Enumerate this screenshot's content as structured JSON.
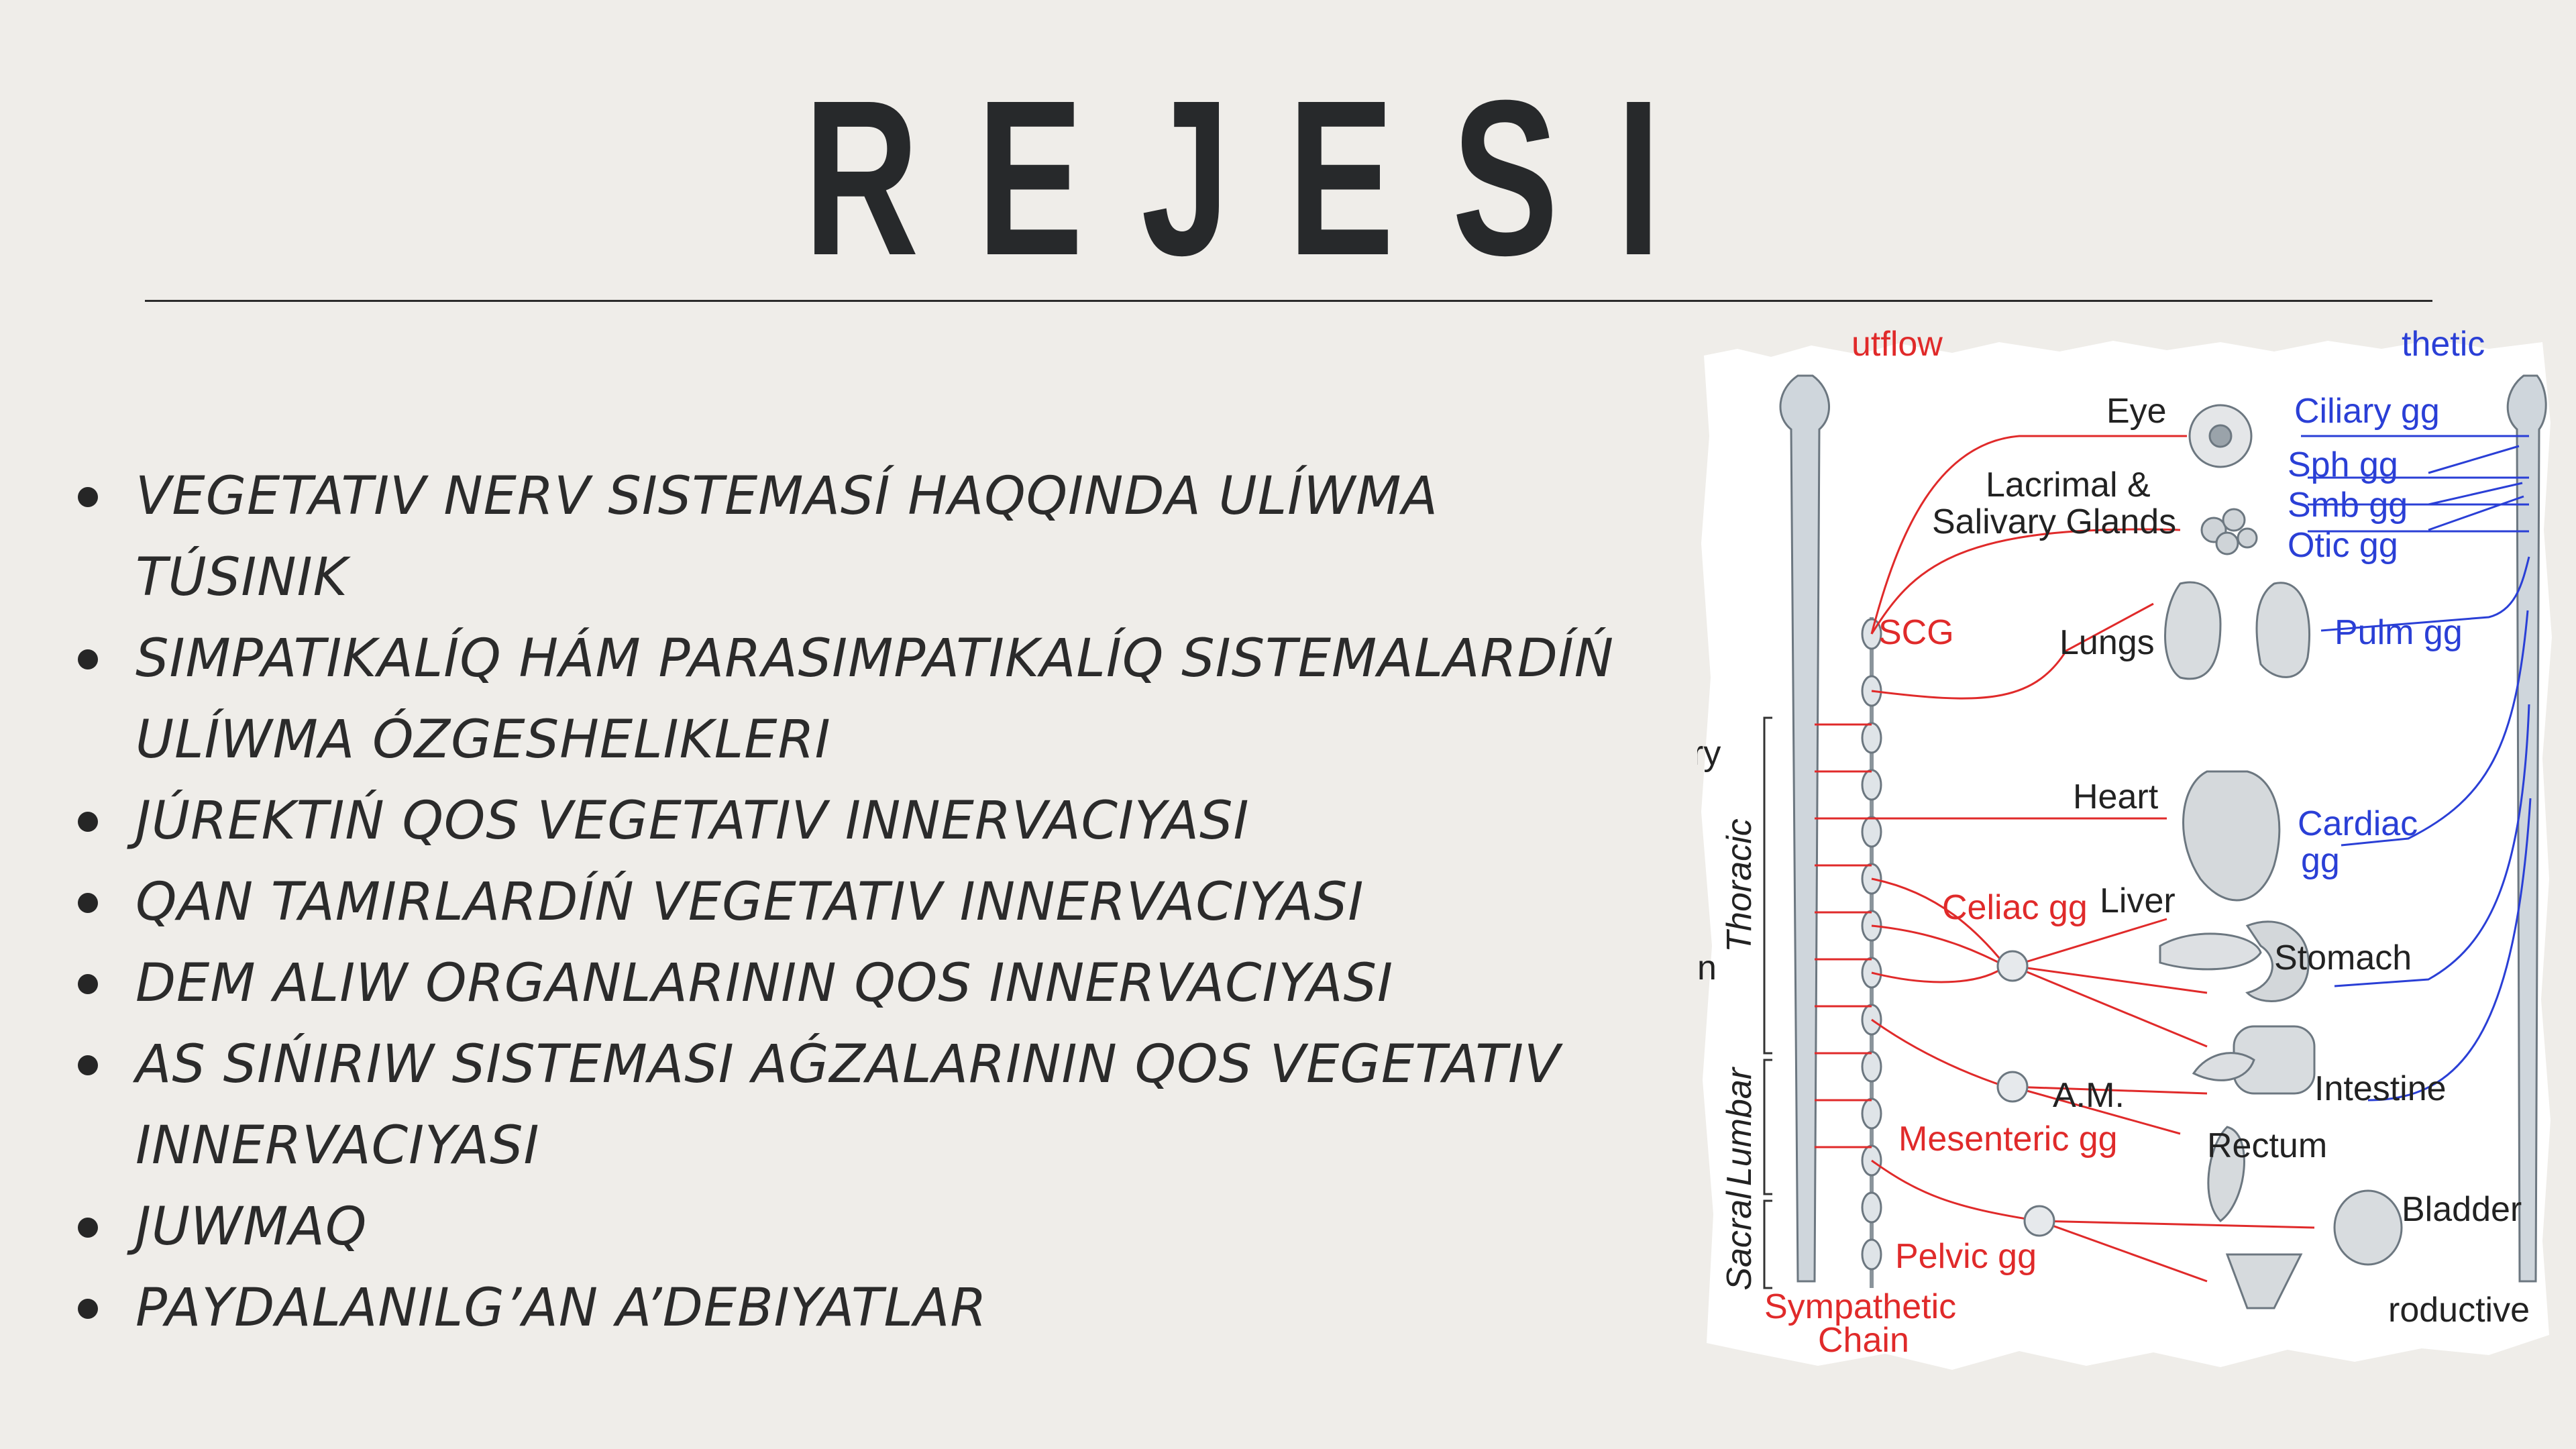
{
  "slide": {
    "title": "REJESI",
    "agenda": [
      "VEGETATIV NERV SISTEMASÍ HAQQINDA ULÍWMA TÚSINIK",
      "SIMPATIKALÍQ HÁM PARASIMPATIKALÍQ SISTEMALARDÍŃ ULÍWMA ÓZGESHELIKLERI",
      "JÚREKTIŃ QOS VEGETATIV INNERVACIYASI",
      "QAN TAMIRLARDÍŃ VEGETATIV INNERVACIYASI",
      "DEM ALIW ORGANLARININ QOS INNERVACIYASI",
      "AS SIŃIRIW SISTEMASI AǴZALARININ QOS VEGETATIV INNERVACIYASI",
      "JUWMAQ",
      "PAYDALANILG’AN A’DEBIYATLAR"
    ]
  },
  "diagram": {
    "top_left_fragment": "utflow",
    "top_right_fragment": "thetic",
    "organs": [
      "Eye",
      "Lacrimal &",
      "Salivary Glands",
      "Lungs",
      "Heart",
      "Liver",
      "Stomach",
      "A.M.",
      "Intestine",
      "Rectum",
      "Bladder",
      "roductive"
    ],
    "ganglia_blue": [
      "Ciliary gg",
      "Sph gg",
      "Smb gg",
      "Otic gg",
      "Pulm gg",
      "Cardiac",
      "gg"
    ],
    "ganglia_red": [
      "SCG",
      "Celiac gg",
      "Mesenteric gg",
      "Pelvic gg",
      "Sympathetic",
      "Chain"
    ],
    "regions": [
      "Thoracic",
      "Sacral",
      "Lumbar"
    ],
    "edge_fragments": [
      "ry",
      "n"
    ]
  },
  "colors": {
    "background": "#efede9",
    "text": "#27292b",
    "sympathetic": "#e02a2a",
    "parasympathetic": "#2a3fd6"
  }
}
